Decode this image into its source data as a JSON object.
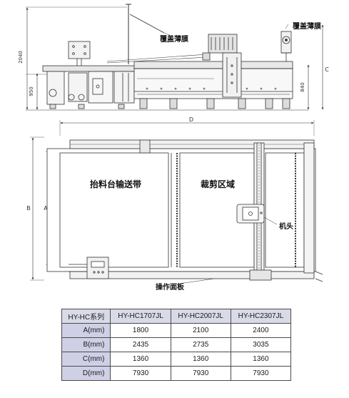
{
  "labels": {
    "cover_film_left": "覆盖薄膜",
    "cover_film_right": "覆盖薄膜",
    "feeding_conveyor": "抬料台输送带",
    "cutting_area": "裁剪区域",
    "cutting_head": "机头",
    "operation_panel": "操作面板"
  },
  "dimensions": {
    "height_total": "2040",
    "height_table": "950",
    "height_right": "840",
    "dim_c": "C",
    "dim_d": "D",
    "dim_a": "A",
    "dim_b": "B"
  },
  "spec_table": {
    "headers": [
      "HY-HC系列",
      "HY-HC1707JL",
      "HY-HC2007JL",
      "HY-HC2307JL"
    ],
    "rows": [
      {
        "label": "A(mm)",
        "values": [
          "1800",
          "2100",
          "2400"
        ]
      },
      {
        "label": "B(mm)",
        "values": [
          "2435",
          "2735",
          "3035"
        ]
      },
      {
        "label": "C(mm)",
        "values": [
          "1360",
          "1360",
          "1360"
        ]
      },
      {
        "label": "D(mm)",
        "values": [
          "7930",
          "7930",
          "7930"
        ]
      }
    ]
  },
  "colors": {
    "line": "#333333",
    "header_bg": "#d9dae8",
    "row_header_bg": "#cfd0e6"
  }
}
